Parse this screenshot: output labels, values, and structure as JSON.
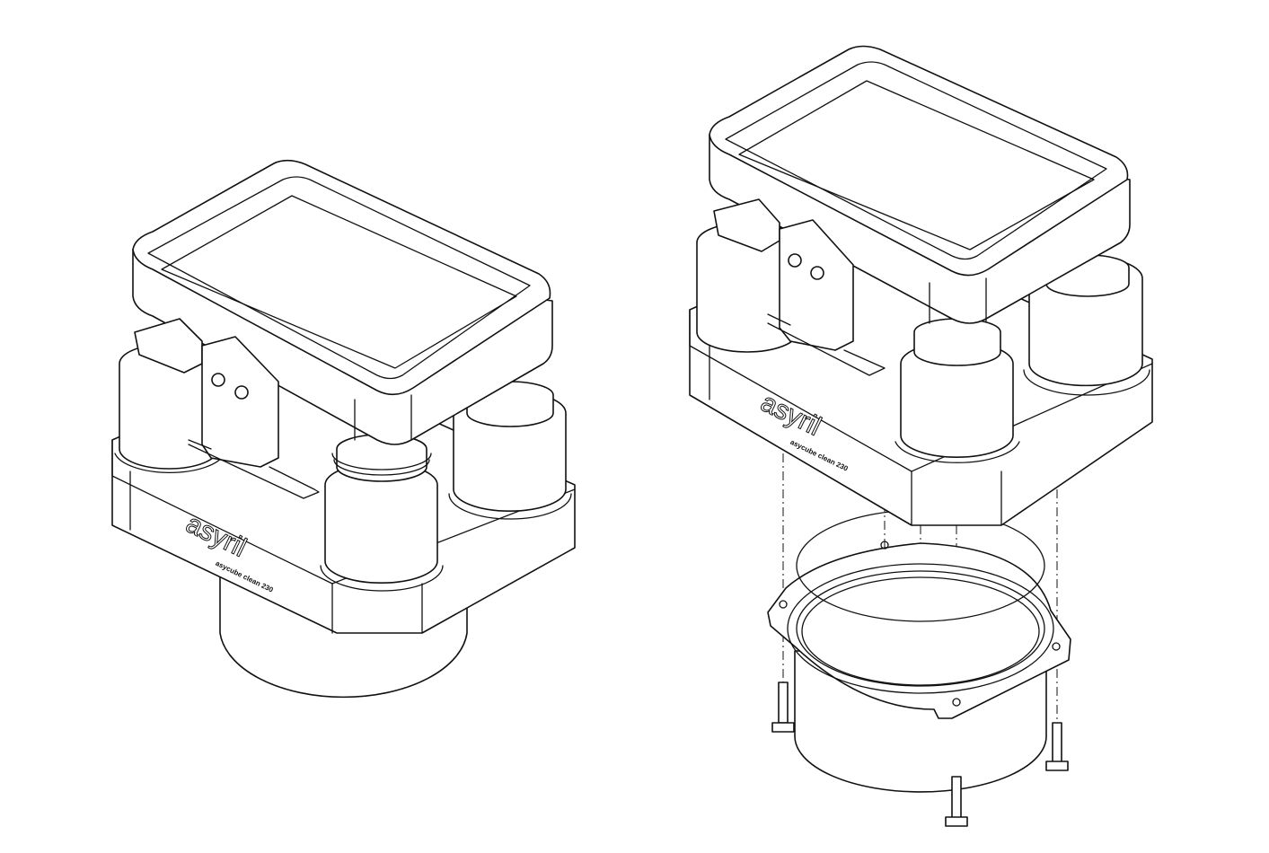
{
  "figure": {
    "views": [
      {
        "id": "assembled",
        "logo": "asyril",
        "model_label": "asycube clean 230"
      },
      {
        "id": "exploded",
        "logo": "asyril",
        "model_label": "asycube clean 230"
      }
    ],
    "line_color": "#111111",
    "background": "#ffffff"
  }
}
